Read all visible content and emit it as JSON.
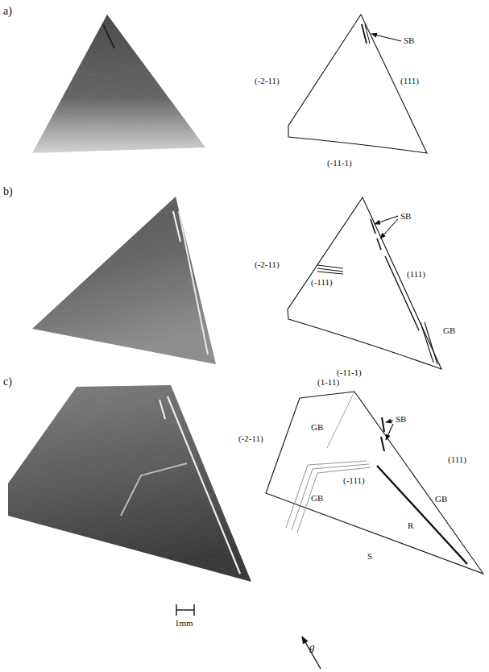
{
  "diagram": {
    "labels": [
      "a)",
      "SB",
      "(-2-11)",
      "(111)",
      "(-11-1)",
      "b)",
      "SB",
      "(-2-11)",
      "(-111)",
      "(111)",
      "GB",
      "(-11-1)",
      "c)",
      "(1-11)",
      "(-2-11)",
      "GB",
      "SB",
      "(111)",
      "(-111)",
      "GB",
      "GB",
      "R",
      "S",
      "1mm",
      "g"
    ]
  }
}
